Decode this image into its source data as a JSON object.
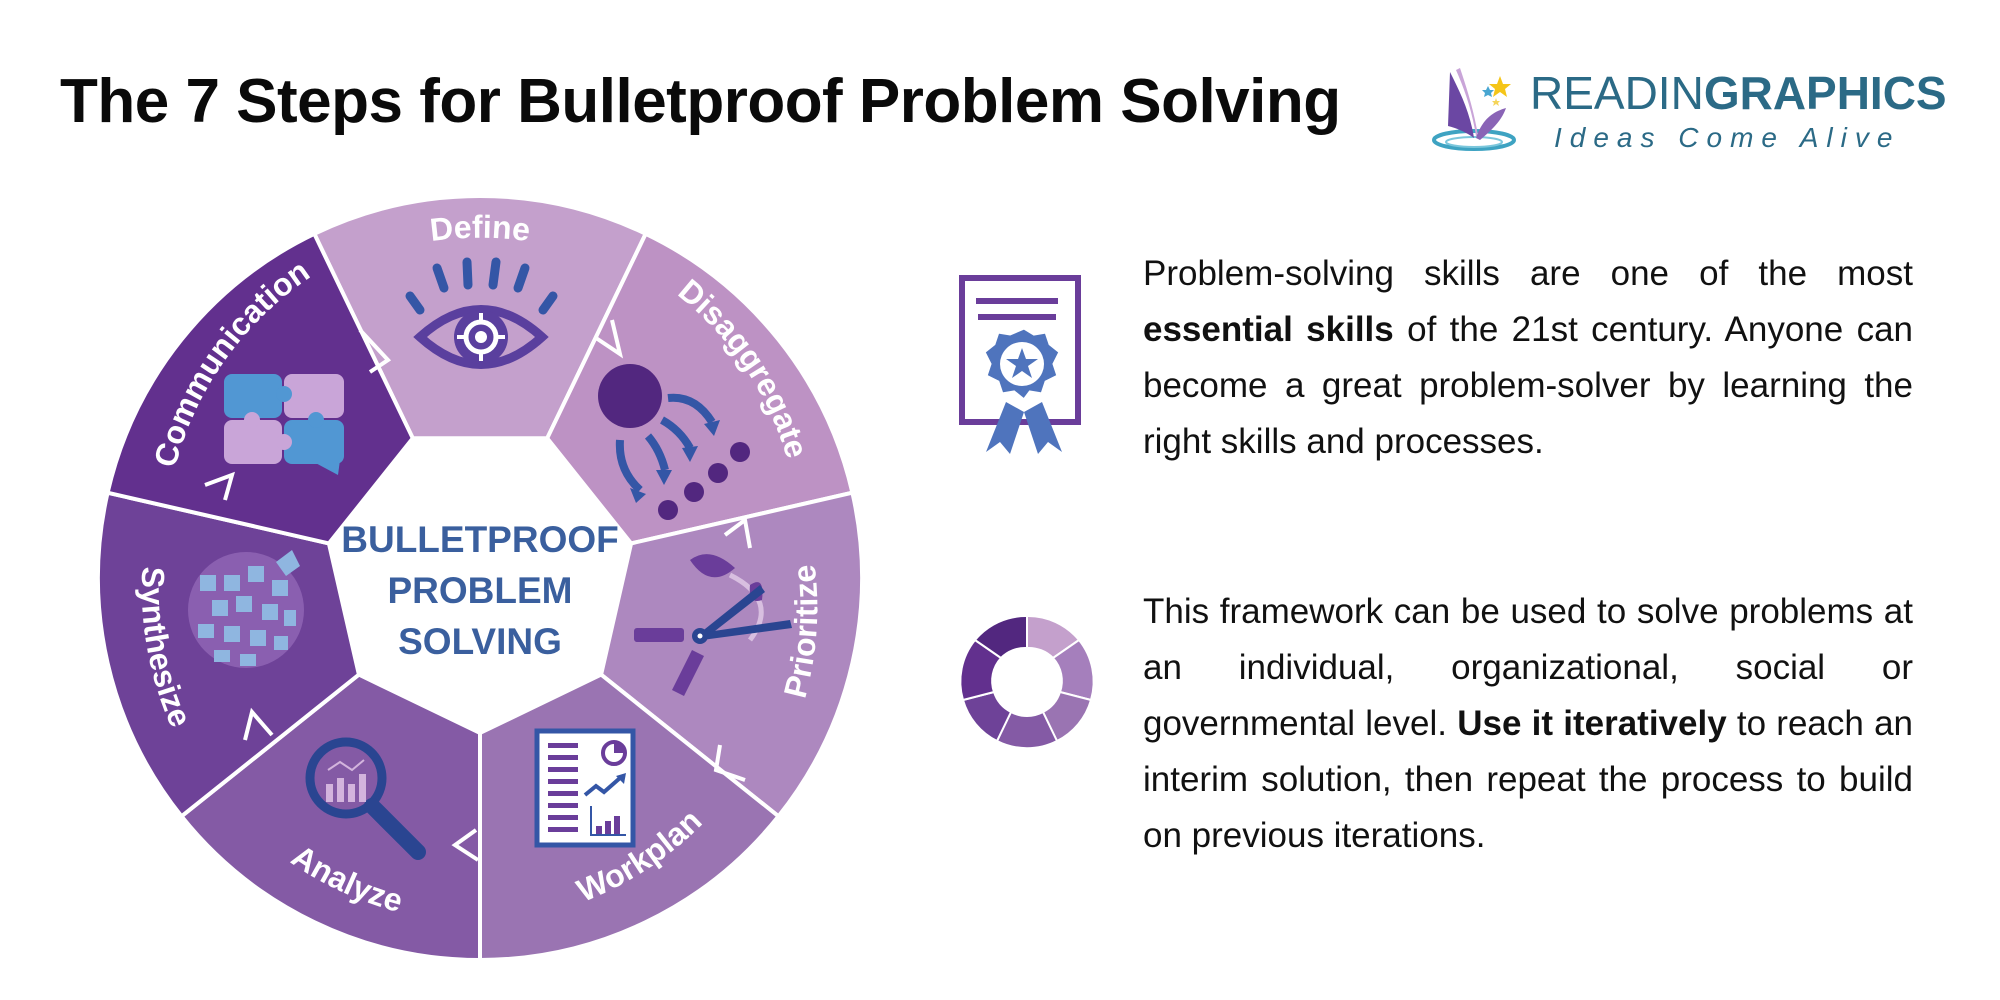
{
  "header": {
    "title": "The 7 Steps for Bulletproof Problem Solving"
  },
  "logo": {
    "word_regular": "READIN",
    "word_bold": "GRAPHICS",
    "tagline": "Ideas Come Alive",
    "icon": "book-stars-logo-icon"
  },
  "wheel": {
    "center_lines": [
      "BULLETPROOF",
      "PROBLEM",
      "SOLVING"
    ],
    "steps": [
      {
        "label": "Define",
        "icon": "eye-target-icon",
        "color": "#c4a0cc"
      },
      {
        "label": "Disaggregate",
        "icon": "split-circles-icon",
        "color": "#bd92c4"
      },
      {
        "label": "Prioritize",
        "icon": "pruning-shears-icon",
        "color": "#ad88bf"
      },
      {
        "label": "Workplan",
        "icon": "report-chart-icon",
        "color": "#9a74b2"
      },
      {
        "label": "Analyze",
        "icon": "magnifier-chart-icon",
        "color": "#845aa5"
      },
      {
        "label": "Synthesize",
        "icon": "puzzle-globe-icon",
        "color": "#6e4298"
      },
      {
        "label": "Communication",
        "icon": "puzzle-speech-bubble-icon",
        "color": "#62308e"
      }
    ],
    "center_text_color": "#3a5f9e"
  },
  "content": {
    "para1": {
      "icon": "certificate-ribbon-icon",
      "parts": [
        {
          "text": "Problem-solving skills are one of the most ",
          "bold": false
        },
        {
          "text": "essential skills",
          "bold": true
        },
        {
          "text": " of the 21st century. Anyone can become a great problem-solver by learning the right skills and processes.",
          "bold": false
        }
      ]
    },
    "para2": {
      "icon": "cycle-arrows-icon",
      "parts": [
        {
          "text": "This framework can be used to solve problems at an individual, organizational, social or governmental level.  ",
          "bold": false
        },
        {
          "text": "Use it iteratively",
          "bold": true
        },
        {
          "text": " to reach an interim solution, then repeat the process to build on previous iterations.",
          "bold": false
        }
      ]
    }
  },
  "colors": {
    "brand_teal": "#2b6a86",
    "icon_blue": "#3456a6",
    "icon_purple": "#6a3d9a"
  }
}
